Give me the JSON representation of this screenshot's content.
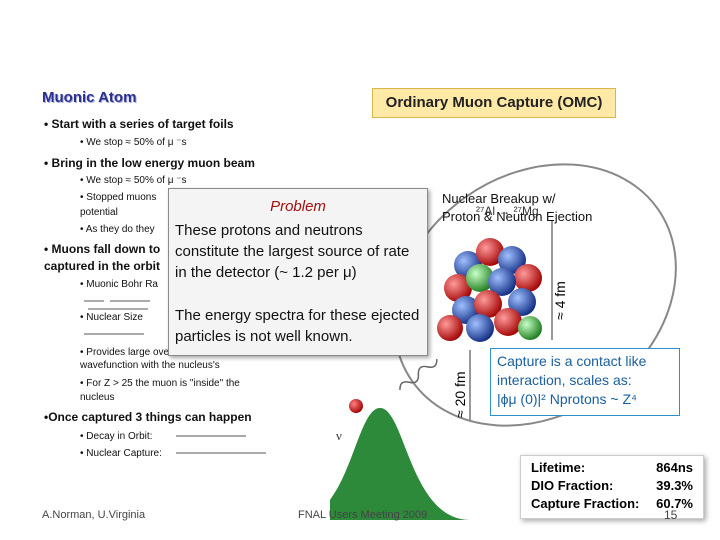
{
  "title": "Muonic Atom",
  "omc_label": "Ordinary Muon Capture (OMC)",
  "bullets": {
    "b1": "• Start with a series of target foils",
    "b1_sub1": "• We stop ≈ 50% of μ ⁻s",
    "b2": "• Bring in the low energy muon beam",
    "b2_sub1": "• We stop ≈ 50% of μ ⁻s",
    "b2_sub2a": "• Stopped muons",
    "b2_sub2b": "potential",
    "b2_sub3": "• As they do they",
    "b3a": "• Muons fall down to",
    "b3b": "captured in the orbit",
    "b3_sub1": "• Muonic Bohr Ra",
    "b3_sub2": "• Nuclear Size",
    "b3_sub3a": "• Provides large ove",
    "b3_sub3b": "wavefunction with the nucleus's",
    "b3_sub4a": "• For Z > 25 the muon is \"inside\" the",
    "b3_sub4b": "nucleus",
    "b4": "•Once captured 3 things can happen",
    "b4_sub1": "• Decay in Orbit:",
    "b4_sub2": "• Nuclear Capture:"
  },
  "popup": {
    "title": "Problem",
    "p1": "These protons and neutrons constitute the largest source of rate in the detector (~ 1.2 per μ)",
    "p2": "The energy spectra for these ejected particles is not well known."
  },
  "breakup": {
    "line1": "Nuclear Breakup w/",
    "line2": "Proton & Neutron Ejection",
    "overlap": "²⁷Al → ²⁷Mg"
  },
  "dim_4fm": "≈ 4 fm",
  "dim_20fm": "≈ 20 fm",
  "nu_label": "ν",
  "contact": {
    "line1": "Capture is a contact like",
    "line2": "interaction, scales as:",
    "line3": "|ϕμ (0)|² Nprotons ~ Z⁴"
  },
  "lifetime": {
    "rows": [
      {
        "label": "Lifetime:",
        "value": "864ns"
      },
      {
        "label": "DIO Fraction:",
        "value": "39.3%"
      },
      {
        "label": "Capture Fraction:",
        "value": "60.7%"
      }
    ]
  },
  "footer": {
    "author": "A.Norman, U.Virginia",
    "meeting": "FNAL Users Meeting 2009",
    "page": "15"
  },
  "colors": {
    "title": "#2b2f8f",
    "omc_bg": "#ffe9a6",
    "popup_title": "#a01010",
    "contact_text": "#1a5fa0",
    "peak": "#2d8a3a"
  }
}
